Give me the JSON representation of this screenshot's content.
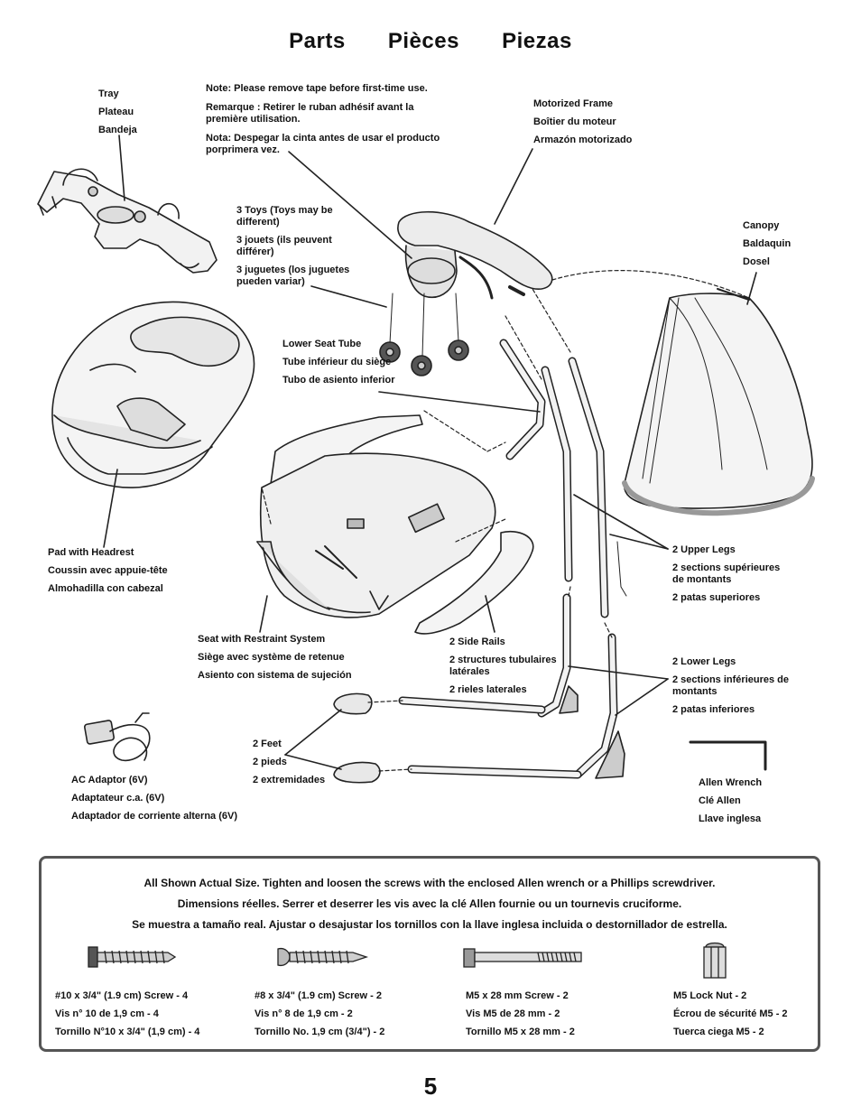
{
  "title": {
    "en": "Parts",
    "fr": "Pièces",
    "es": "Piezas"
  },
  "note": [
    "Note: Please remove tape before first-time use.",
    "Remarque : Retirer le ruban adhésif avant la première utilisation.",
    "Nota: Despegar la cinta antes de usar el producto porprimera vez."
  ],
  "parts": {
    "tray": [
      "Tray",
      "Plateau",
      "Bandeja"
    ],
    "motorized_frame": [
      "Motorized Frame",
      "Boîtier du moteur",
      "Armazón motorizado"
    ],
    "toys": [
      "3 Toys (Toys may be different)",
      "3 jouets (ils peuvent différer)",
      "3 juguetes (los juguetes pueden variar)"
    ],
    "canopy": [
      "Canopy",
      "Baldaquin",
      "Dosel"
    ],
    "lower_seat_tube": [
      "Lower Seat Tube",
      "Tube inférieur du siège",
      "Tubo de asiento inferior"
    ],
    "pad": [
      "Pad with Headrest",
      "Coussin avec appuie-tête",
      "Almohadilla con cabezal"
    ],
    "upper_legs": [
      "2 Upper Legs",
      "2 sections supérieures de montants",
      "2 patas superiores"
    ],
    "seat": [
      "Seat with Restraint System",
      "Siège avec système de retenue",
      "Asiento con sistema de sujeción"
    ],
    "side_rails": [
      "2 Side Rails",
      "2 structures tubulaires latérales",
      "2 rieles laterales"
    ],
    "lower_legs": [
      "2 Lower Legs",
      "2 sections inférieures de montants",
      "2 patas inferiores"
    ],
    "feet": [
      "2 Feet",
      "2 pieds",
      "2 extremidades"
    ],
    "ac_adaptor": [
      "AC Adaptor (6V)",
      "Adaptateur c.a. (6V)",
      "Adaptador de corriente alterna (6V)"
    ],
    "allen_wrench": [
      "Allen Wrench",
      "Clé Allen",
      "Llave inglesa"
    ]
  },
  "hardware_box": {
    "header": [
      "All Shown Actual Size. Tighten and loosen the screws with the enclosed Allen wrench or a Phillips screwdriver.",
      "Dimensions réelles. Serrer et deserrer les vis avec la clé Allen fournie ou un tournevis cruciforme.",
      "Se muestra a tamaño real. Ajustar o desajustar los tornillos con la llave inglesa incluida o destornillador de estrella."
    ],
    "items": [
      {
        "icon": "hex-screw-icon",
        "lines": [
          "#10 x 3/4\" (1.9 cm) Screw - 4",
          "Vis n° 10 de 1,9 cm - 4",
          "Tornillo N°10 x 3/4\" (1,9 cm) - 4"
        ]
      },
      {
        "icon": "phillips-screw-icon",
        "lines": [
          "#8 x 3/4\" (1.9 cm) Screw - 2",
          "Vis n° 8 de 1,9 cm - 2",
          "Tornillo No. 1,9 cm (3/4\") - 2"
        ]
      },
      {
        "icon": "machine-screw-icon",
        "lines": [
          "M5 x 28 mm Screw - 2",
          "Vis M5 de 28 mm - 2",
          "Tornillo M5 x 28 mm - 2"
        ]
      },
      {
        "icon": "lock-nut-icon",
        "lines": [
          "M5 Lock Nut - 2",
          "Écrou de sécurité M5 - 2",
          "Tuerca ciega M5 - 2"
        ]
      }
    ]
  },
  "page_number": "5"
}
